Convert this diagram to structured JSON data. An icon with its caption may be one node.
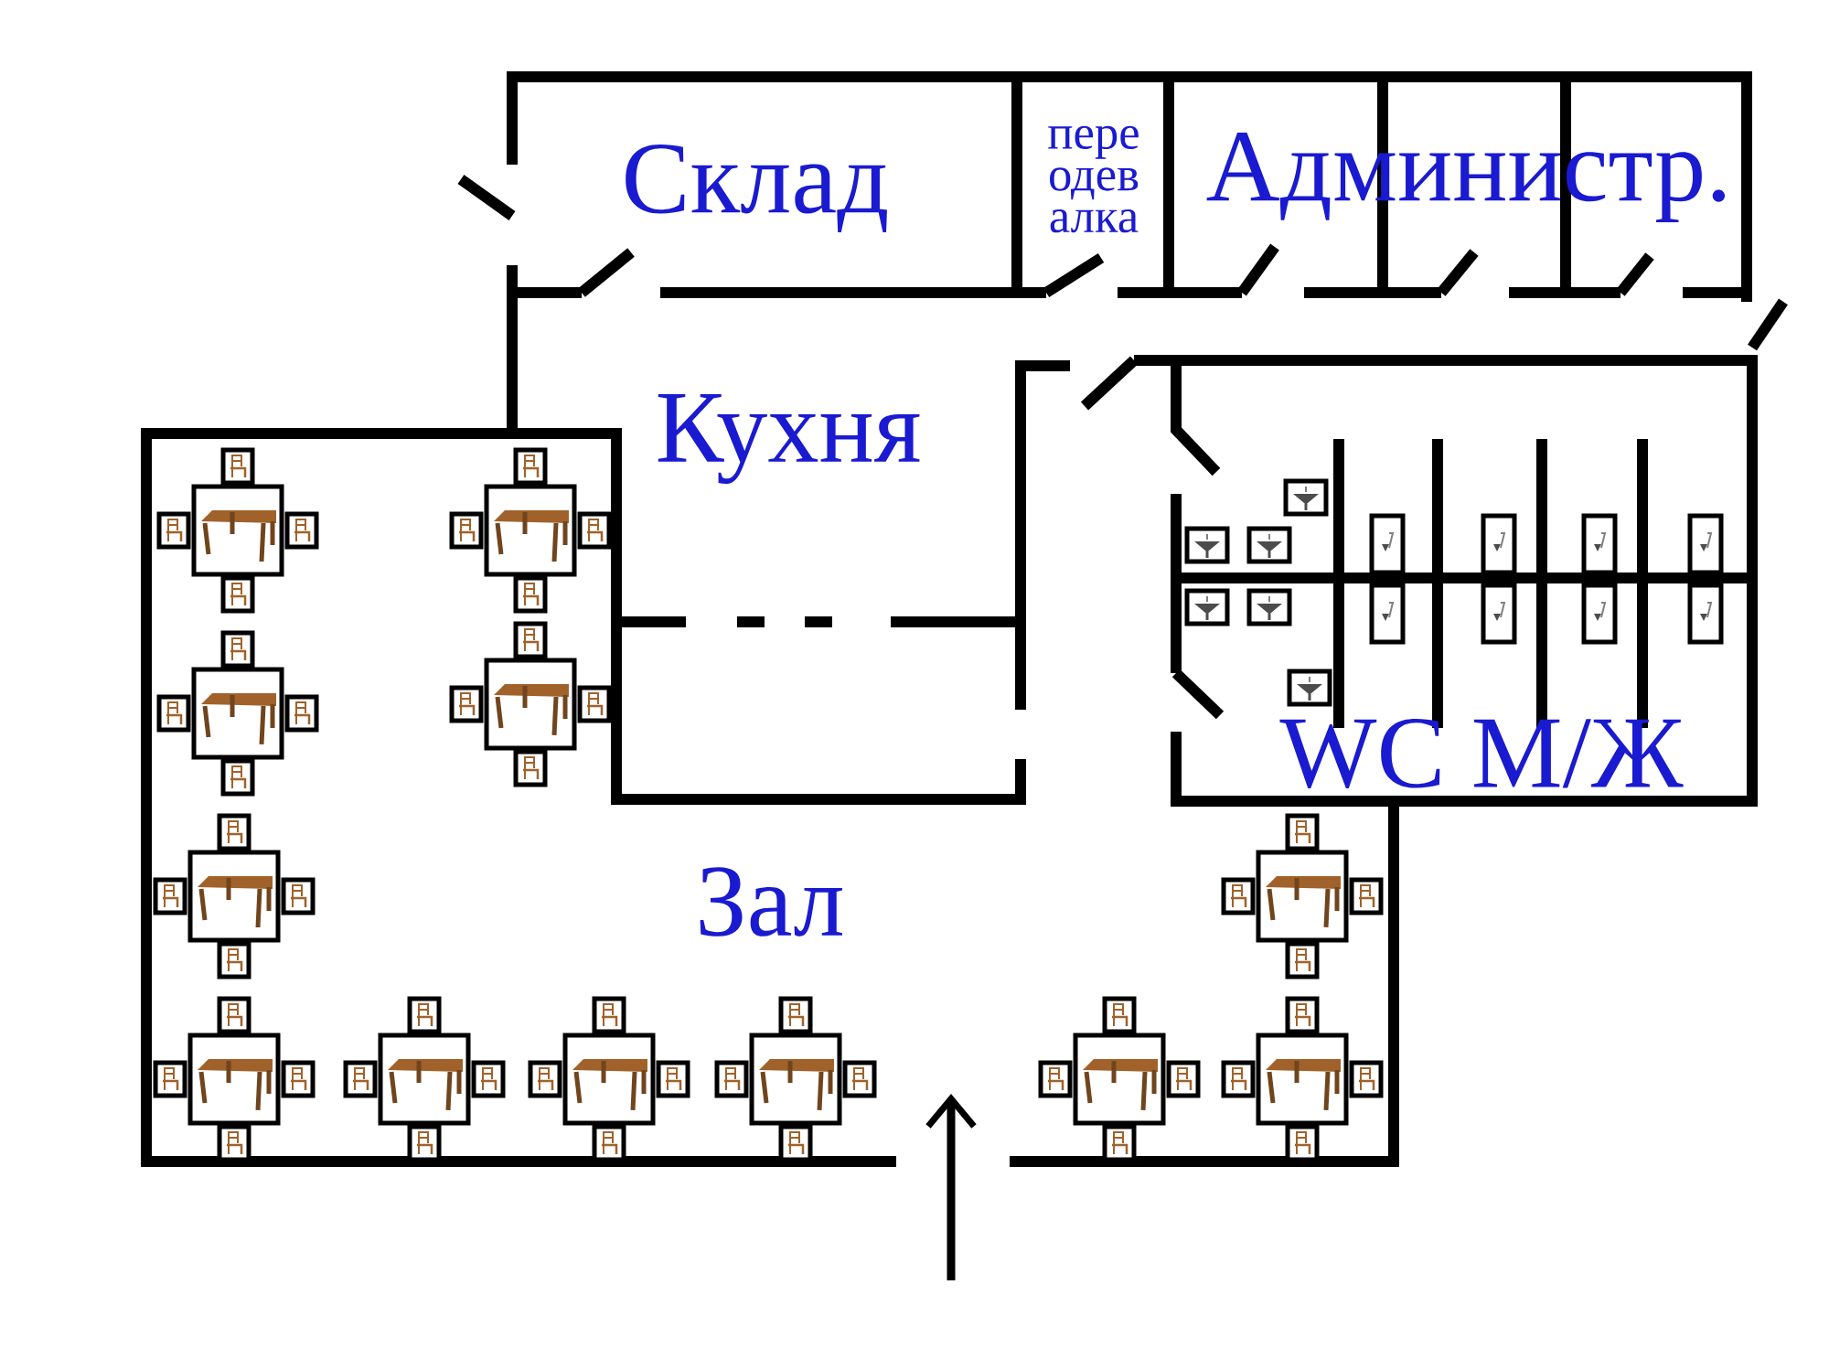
{
  "diagram": {
    "labels": [
      "Склад",
      "пере одев алка",
      "Администр.",
      "Кухня",
      "WC М/Ж",
      "Зал"
    ]
  }
}
